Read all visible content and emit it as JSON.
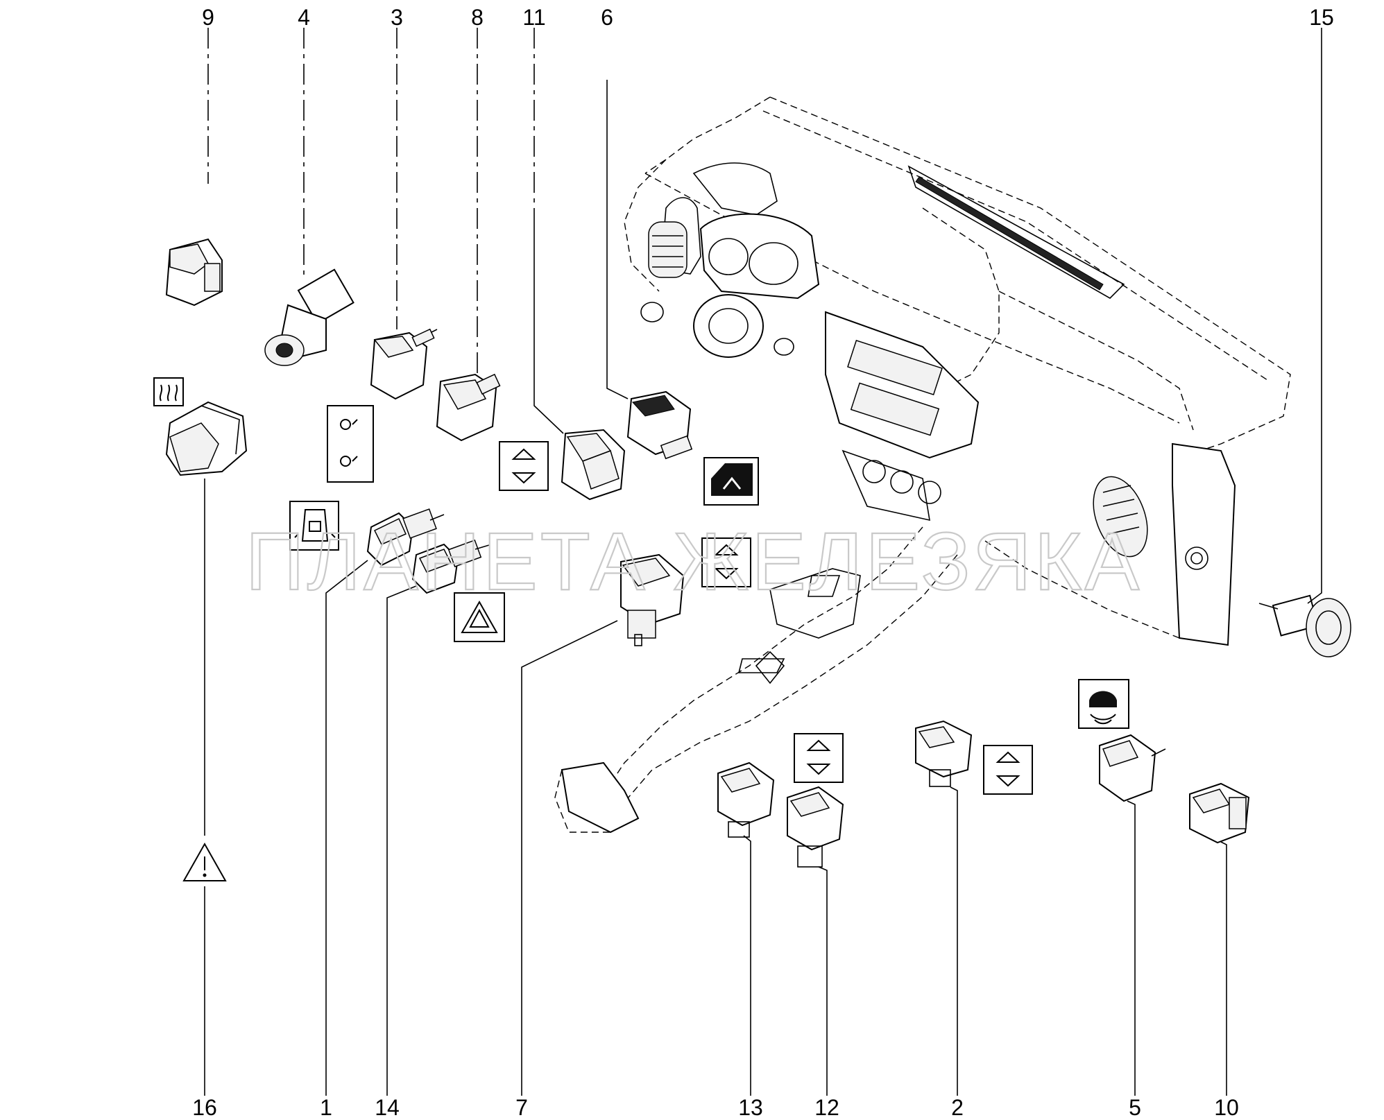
{
  "labels": {
    "l1": "1",
    "l2": "2",
    "l3": "3",
    "l4": "4",
    "l5": "5",
    "l6": "6",
    "l7": "7",
    "l8": "8",
    "l9": "9",
    "l10": "10",
    "l11": "11",
    "l12": "12",
    "l13": "13",
    "l14": "14",
    "l15": "15",
    "l16": "16"
  },
  "watermark": "ПЛАНЕТА ЖЕЛЕЗЯКА",
  "symbols": {
    "heated_windshield": "heated-windshield-icon",
    "fuel_lid": "fuel-lid-icon",
    "door_lock": "door-lock-icon",
    "window_up_down": "up-down-arrows-icon",
    "hazard": "hazard-triangle-icon",
    "sunroof": "sunroof-icon",
    "parking_sensor": "parking-sensor-icon",
    "warning": "warning-triangle-icon"
  }
}
